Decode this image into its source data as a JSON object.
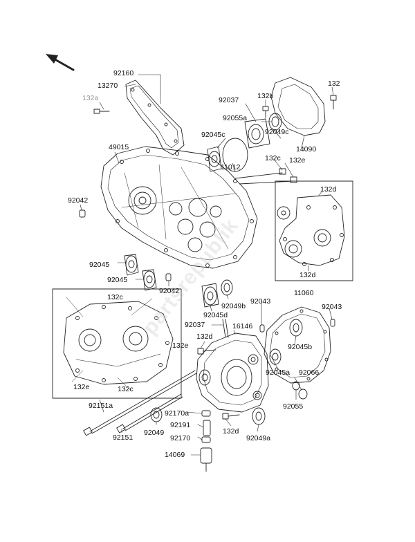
{
  "colors": {
    "line": "#222222",
    "ink": "#111111",
    "faint_label": "#9a9a9a",
    "background": "#ffffff"
  },
  "watermark": "partsrepublik",
  "labels": {
    "p92160": "92160",
    "p13270": "13270",
    "p132a": "132a",
    "p132": "132",
    "p92037_top": "92037",
    "p132b": "132b",
    "p92055a": "92055a",
    "p92049c": "92049c",
    "p92045c": "92045c",
    "p14090": "14090",
    "p49015": "49015",
    "p11012": "11012",
    "p132c_top": "132c",
    "p132e_top": "132e",
    "p92042_left": "92042",
    "p132d_top": "132d",
    "p92045_a": "92045",
    "p92045_b": "92045",
    "p92042_mid": "92042",
    "p132d_bot": "132d",
    "p92049b": "92049b",
    "p92045d": "92045d",
    "p92043_left": "92043",
    "p11060": "11060",
    "p92043_right": "92043",
    "p132c_inset_top": "132c",
    "p92037_mid": "92037",
    "p16146": "16146",
    "p132d_mid": "132d",
    "p132e_inset": "132e",
    "p92045b": "92045b",
    "p132e_inset_bot": "132e",
    "p132c_inset_bot": "132c",
    "p92045a": "92045a",
    "p92066": "92066",
    "p92151a": "92151a",
    "p92170a": "92170a",
    "p92055": "92055",
    "p92049": "92049",
    "p92191": "92191",
    "p132d_low": "132d",
    "p92151": "92151",
    "p92170": "92170",
    "p92049a": "92049a",
    "p14069": "14069"
  }
}
